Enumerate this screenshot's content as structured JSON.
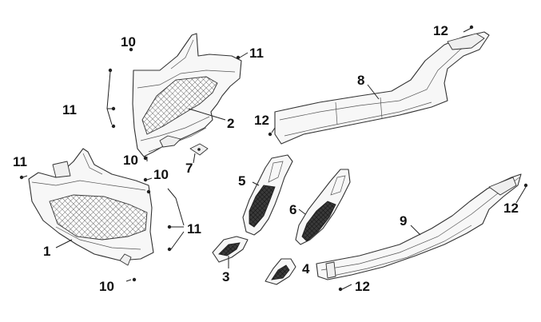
{
  "callouts": {
    "c1": "1",
    "c2": "2",
    "c3": "3",
    "c4": "4",
    "c5": "5",
    "c6": "6",
    "c7": "7",
    "c8": "8",
    "c9": "9",
    "c10a": "10",
    "c10b": "10",
    "c10c": "10",
    "c10d": "10",
    "c11a": "11",
    "c11b": "11",
    "c11c": "11",
    "c11d": "11",
    "c12a": "12",
    "c12b": "12",
    "c12c": "12",
    "c12d": "12"
  }
}
